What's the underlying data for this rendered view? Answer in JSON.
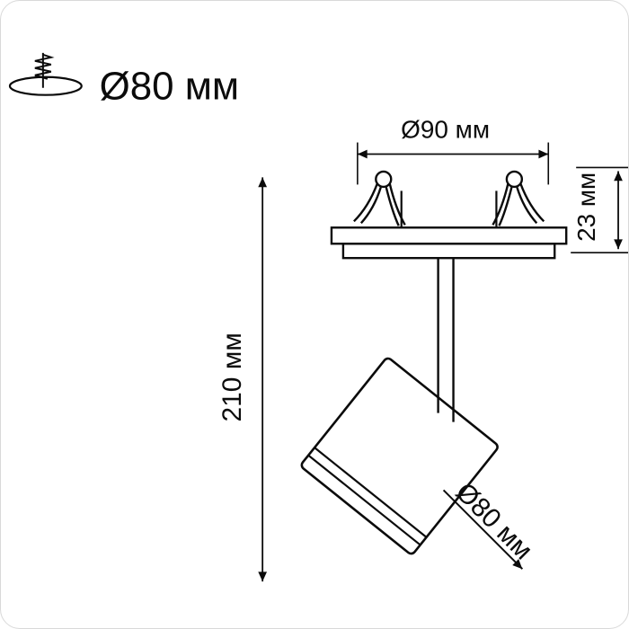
{
  "diagram": {
    "type": "technical-dimension-drawing",
    "subject": "recessed swivel spotlight",
    "background": "#ffffff",
    "line_color": "#0b0b0b",
    "cutout": {
      "label": "Ø80 мм"
    },
    "dimensions": {
      "trim_diameter": "Ø90 мм",
      "recess_depth": "23 мм",
      "overall_height": "210 мм",
      "head_diameter": "Ø80 мм"
    }
  }
}
